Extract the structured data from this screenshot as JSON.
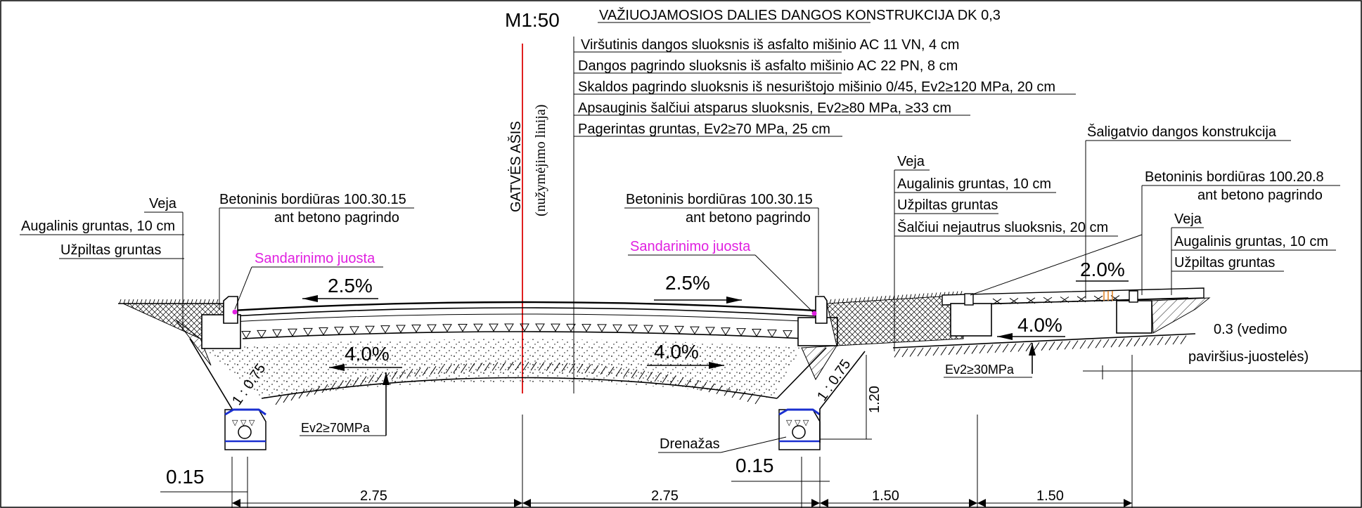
{
  "header": {
    "scale": "M1:50",
    "section_title": "VAŽIUOJAMOSIOS DALIES DANGOS KONSTRUKCIJA DK 0,3"
  },
  "road_layers": [
    "Viršutinis dangos sluoksnis iš asfalto mišinio AC 11 VN, 4 cm",
    "Dangos  pagrindo sluoksnis iš asfalto mišinio AC 22 PN, 8 cm",
    "Skaldos pagrindo sluoksnis iš nesurištojo mišinio 0/45, Ev2≥120 MPa, 20 cm",
    "Apsauginis šalčiui atsparus sluoksnis, Ev2≥80 MPa, ≥33 cm",
    "Pagerintas gruntas, Ev2≥70 MPa, 25 cm"
  ],
  "axis": {
    "title": "GATVĖS AŠIS",
    "subtitle": "(nužymėjimo linija)"
  },
  "left_side": {
    "veja": "Veja",
    "topsoil": "Augalinis gruntas, 10 cm",
    "fill": "Užpiltas gruntas",
    "curb": "Betoninis bordiūras 100.30.15",
    "curb_base": "ant betono pagrindo",
    "seal": "Sandarinimo juosta",
    "slope_pct": "2.5%",
    "base_pct": "4.0%",
    "ratio": "1 : 0.75",
    "ev": "Ev2≥70MPa",
    "offset": "0.15"
  },
  "right_side": {
    "curb": "Betoninis bordiūras 100.30.15",
    "curb_base": "ant betono pagrindo",
    "seal": "Sandarinimo juosta",
    "slope_pct": "2.5%",
    "base_pct": "4.0%",
    "ratio": "1 : 0.75",
    "depth": "1.20",
    "drain": "Drenažas",
    "offset": "0.15",
    "veja": "Veja",
    "topsoil": "Augalinis gruntas, 10 cm",
    "fill": "Užpiltas gruntas",
    "frost_layer": "Šalčiui nejautrus sluoksnis, 20 cm"
  },
  "sidewalk": {
    "title": "Šaligatvio dangos konstrukcija",
    "curb": "Betoninis bordiūras 100.20.8",
    "curb_base": "ant betono pagrindo",
    "veja": "Veja",
    "topsoil": "Augalinis gruntas, 10 cm",
    "fill": "Užpiltas gruntas",
    "slope_pct": "2.0%",
    "base_pct": "4.0%",
    "ev": "Ev2≥30MPa",
    "note_line1": "0.3 (vedimo",
    "note_line2": "paviršius-juostelės)"
  },
  "dimensions": [
    "2.75",
    "2.75",
    "1.50",
    "1.50"
  ],
  "colors": {
    "axis_line": "#e02020",
    "seal": "#e020e0",
    "drain_pipe": "#1a2fd0"
  }
}
